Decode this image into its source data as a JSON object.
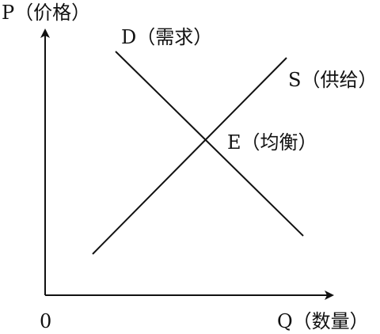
{
  "axes": {
    "y_label": "P（价格）",
    "x_label": "Q（数量）",
    "origin_label": "0"
  },
  "curves": {
    "demand_label": "D（需求）",
    "supply_label": "S（供给）"
  },
  "equilibrium": {
    "label": "E（均衡）"
  },
  "colors": {
    "line": "#111111",
    "background": "#ffffff"
  }
}
